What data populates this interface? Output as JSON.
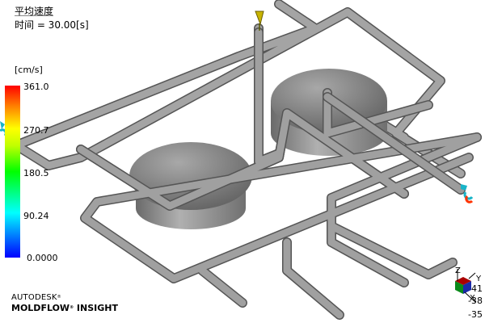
{
  "result": {
    "title": "平均速度",
    "time_label": "时间 = 30.00[s]"
  },
  "legend": {
    "units": "[cm/s]",
    "ticks": [
      "361.0",
      "270.7",
      "180.5",
      "90.24",
      "0.0000"
    ],
    "colors": {
      "max": "#ff0000",
      "mid_high": "#ffff00",
      "mid": "#00ff00",
      "mid_low": "#00ffff",
      "min": "#0000ff"
    }
  },
  "brand": {
    "line1": "AUTODESK",
    "line2": "MOLDFLOW",
    "line2_suffix": "INSIGHT"
  },
  "axis_triad": {
    "labels": [
      "Z",
      "Y",
      "X"
    ],
    "coords": [
      "41",
      "-38",
      "-35"
    ]
  },
  "scene": {
    "pipe_color": "#8c8c8c",
    "cavity_color": "#7a7a7a",
    "injection_color": "#c8b400",
    "inlet_color": "#19b4c8",
    "outlet_color": "#ff3300"
  }
}
